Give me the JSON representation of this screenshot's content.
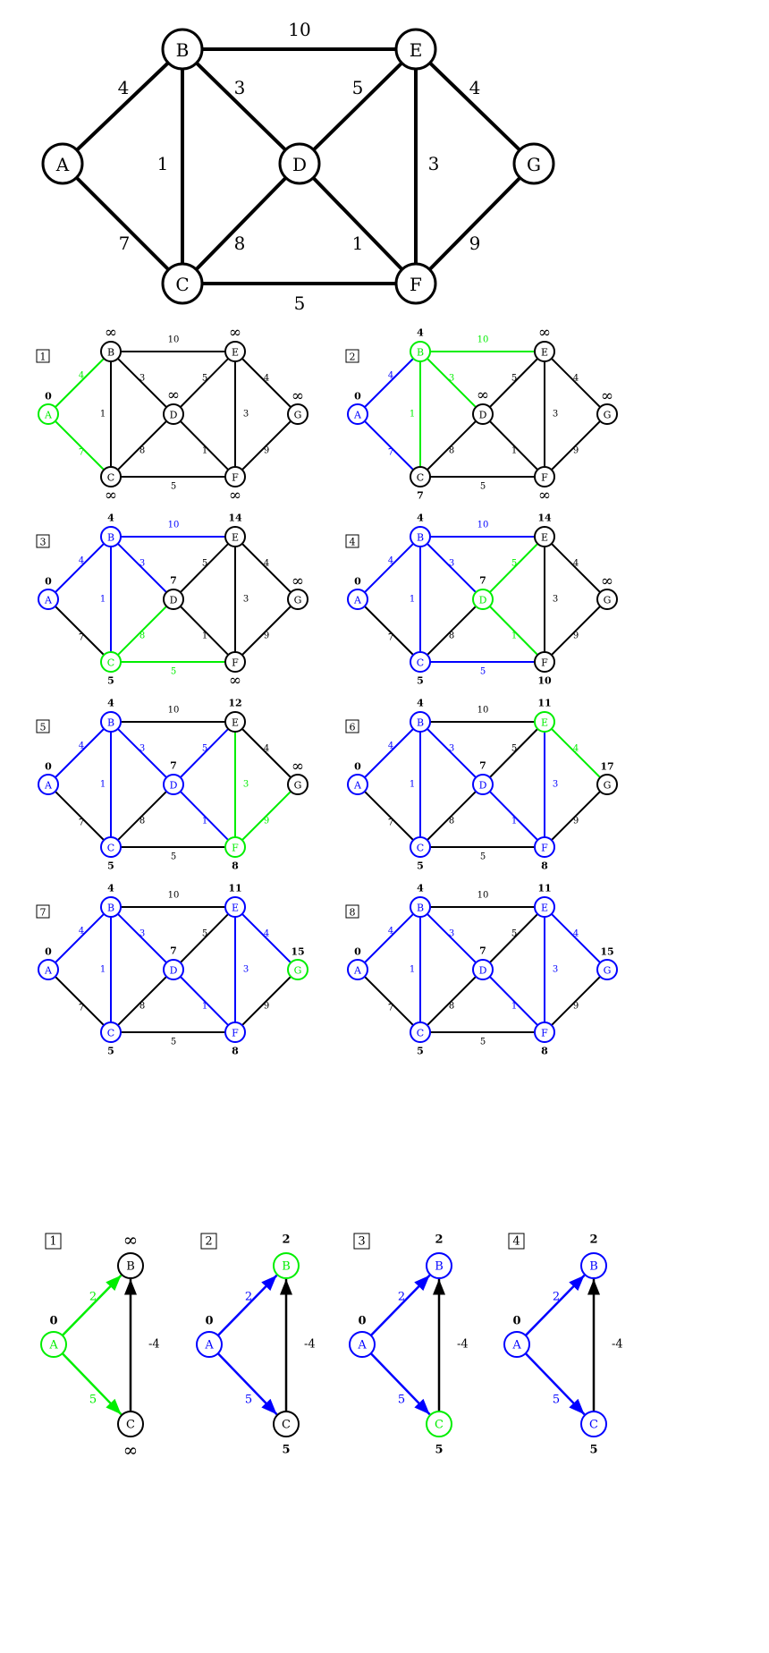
{
  "colors": {
    "base": "#000000",
    "done": "#0000ff",
    "active": "#00ee00"
  },
  "main_graph": {
    "nodes": [
      "A",
      "B",
      "C",
      "D",
      "E",
      "F",
      "G"
    ],
    "edges": [
      {
        "from": "A",
        "to": "B",
        "weight": "4"
      },
      {
        "from": "A",
        "to": "C",
        "weight": "7"
      },
      {
        "from": "B",
        "to": "C",
        "weight": "1"
      },
      {
        "from": "B",
        "to": "D",
        "weight": "3"
      },
      {
        "from": "B",
        "to": "E",
        "weight": "10"
      },
      {
        "from": "C",
        "to": "D",
        "weight": "8"
      },
      {
        "from": "C",
        "to": "F",
        "weight": "5"
      },
      {
        "from": "D",
        "to": "E",
        "weight": "5"
      },
      {
        "from": "D",
        "to": "F",
        "weight": "1"
      },
      {
        "from": "E",
        "to": "F",
        "weight": "3"
      },
      {
        "from": "E",
        "to": "G",
        "weight": "4"
      },
      {
        "from": "F",
        "to": "G",
        "weight": "9"
      }
    ]
  },
  "dijkstra_steps": [
    {
      "step": "1",
      "distances": {
        "A": "0",
        "B": "∞",
        "C": "∞",
        "D": "∞",
        "E": "∞",
        "F": "∞",
        "G": "∞"
      },
      "node_state": {
        "A": "active",
        "B": "base",
        "C": "base",
        "D": "base",
        "E": "base",
        "F": "base",
        "G": "base"
      },
      "edge_state": {
        "A-B": "active",
        "A-C": "active"
      }
    },
    {
      "step": "2",
      "distances": {
        "A": "0",
        "B": "4",
        "C": "7",
        "D": "∞",
        "E": "∞",
        "F": "∞",
        "G": "∞"
      },
      "node_state": {
        "A": "done",
        "B": "active",
        "C": "base",
        "D": "base",
        "E": "base",
        "F": "base",
        "G": "base"
      },
      "edge_state": {
        "A-B": "done",
        "A-C": "done",
        "B-C": "active",
        "B-D": "active",
        "B-E": "active"
      }
    },
    {
      "step": "3",
      "distances": {
        "A": "0",
        "B": "4",
        "C": "5",
        "D": "7",
        "E": "14",
        "F": "∞",
        "G": "∞"
      },
      "node_state": {
        "A": "done",
        "B": "done",
        "C": "active",
        "D": "base",
        "E": "base",
        "F": "base",
        "G": "base"
      },
      "edge_state": {
        "A-B": "done",
        "B-C": "done",
        "B-D": "done",
        "B-E": "done",
        "C-D": "active",
        "C-F": "active"
      }
    },
    {
      "step": "4",
      "distances": {
        "A": "0",
        "B": "4",
        "C": "5",
        "D": "7",
        "E": "14",
        "F": "10",
        "G": "∞"
      },
      "node_state": {
        "A": "done",
        "B": "done",
        "C": "done",
        "D": "active",
        "E": "base",
        "F": "base",
        "G": "base"
      },
      "edge_state": {
        "A-B": "done",
        "B-C": "done",
        "B-D": "done",
        "B-E": "done",
        "C-F": "done",
        "D-E": "active",
        "D-F": "active"
      }
    },
    {
      "step": "5",
      "distances": {
        "A": "0",
        "B": "4",
        "C": "5",
        "D": "7",
        "E": "12",
        "F": "8",
        "G": "∞"
      },
      "node_state": {
        "A": "done",
        "B": "done",
        "C": "done",
        "D": "done",
        "E": "base",
        "F": "active",
        "G": "base"
      },
      "edge_state": {
        "A-B": "done",
        "B-C": "done",
        "B-D": "done",
        "D-E": "done",
        "D-F": "done",
        "E-F": "active",
        "F-G": "active"
      }
    },
    {
      "step": "6",
      "distances": {
        "A": "0",
        "B": "4",
        "C": "5",
        "D": "7",
        "E": "11",
        "F": "8",
        "G": "17"
      },
      "node_state": {
        "A": "done",
        "B": "done",
        "C": "done",
        "D": "done",
        "E": "active",
        "F": "done",
        "G": "base"
      },
      "edge_state": {
        "A-B": "done",
        "B-C": "done",
        "B-D": "done",
        "D-F": "done",
        "E-F": "done",
        "E-G": "active"
      }
    },
    {
      "step": "7",
      "distances": {
        "A": "0",
        "B": "4",
        "C": "5",
        "D": "7",
        "E": "11",
        "F": "8",
        "G": "15"
      },
      "node_state": {
        "A": "done",
        "B": "done",
        "C": "done",
        "D": "done",
        "E": "done",
        "F": "done",
        "G": "active"
      },
      "edge_state": {
        "A-B": "done",
        "B-C": "done",
        "B-D": "done",
        "D-F": "done",
        "E-F": "done",
        "E-G": "done"
      }
    },
    {
      "step": "8",
      "distances": {
        "A": "0",
        "B": "4",
        "C": "5",
        "D": "7",
        "E": "11",
        "F": "8",
        "G": "15"
      },
      "node_state": {
        "A": "done",
        "B": "done",
        "C": "done",
        "D": "done",
        "E": "done",
        "F": "done",
        "G": "done"
      },
      "edge_state": {
        "A-B": "done",
        "B-C": "done",
        "B-D": "done",
        "D-F": "done",
        "E-F": "done",
        "E-G": "done"
      }
    }
  ],
  "negative_graph": {
    "nodes": [
      "A",
      "B",
      "C"
    ],
    "edges": [
      {
        "from": "A",
        "to": "B",
        "weight": "2"
      },
      {
        "from": "A",
        "to": "C",
        "weight": "5"
      },
      {
        "from": "C",
        "to": "B",
        "weight": "-4"
      }
    ]
  },
  "negative_steps": [
    {
      "step": "1",
      "distances": {
        "A": "0",
        "B": "∞",
        "C": "∞"
      },
      "node_state": {
        "A": "active",
        "B": "base",
        "C": "base"
      },
      "edge_state": {
        "A-B": "active",
        "A-C": "active",
        "C-B": "base"
      }
    },
    {
      "step": "2",
      "distances": {
        "A": "0",
        "B": "2",
        "C": "5"
      },
      "node_state": {
        "A": "done",
        "B": "active",
        "C": "base"
      },
      "edge_state": {
        "A-B": "done",
        "A-C": "done",
        "C-B": "base"
      }
    },
    {
      "step": "3",
      "distances": {
        "A": "0",
        "B": "2",
        "C": "5"
      },
      "node_state": {
        "A": "done",
        "B": "done",
        "C": "active"
      },
      "edge_state": {
        "A-B": "done",
        "A-C": "done",
        "C-B": "base"
      }
    },
    {
      "step": "4",
      "distances": {
        "A": "0",
        "B": "2",
        "C": "5"
      },
      "node_state": {
        "A": "done",
        "B": "done",
        "C": "done"
      },
      "edge_state": {
        "A-B": "done",
        "A-C": "done",
        "C-B": "base"
      }
    }
  ]
}
